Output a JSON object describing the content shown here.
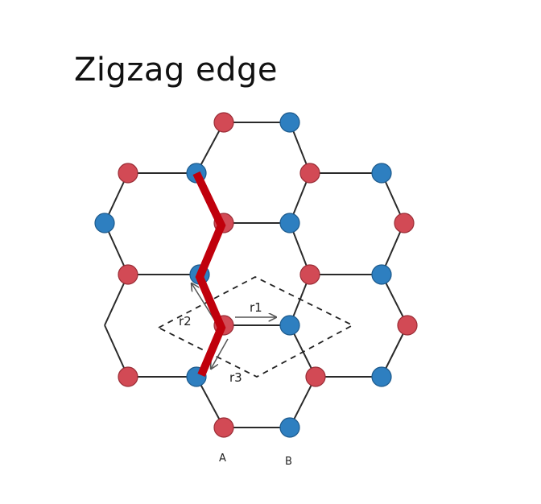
{
  "title": "Zigzag edge",
  "labels": {
    "r1": "r1",
    "r2": "r2",
    "r3": "r3",
    "sublattice_a": "A",
    "sublattice_b": "B"
  },
  "colors": {
    "atom_a": "#d24a55",
    "atom_b": "#2e7fc0",
    "bond": "#2a2a2a",
    "zigzag_edge": "#c0000c",
    "unit_cell": "#222222"
  }
}
